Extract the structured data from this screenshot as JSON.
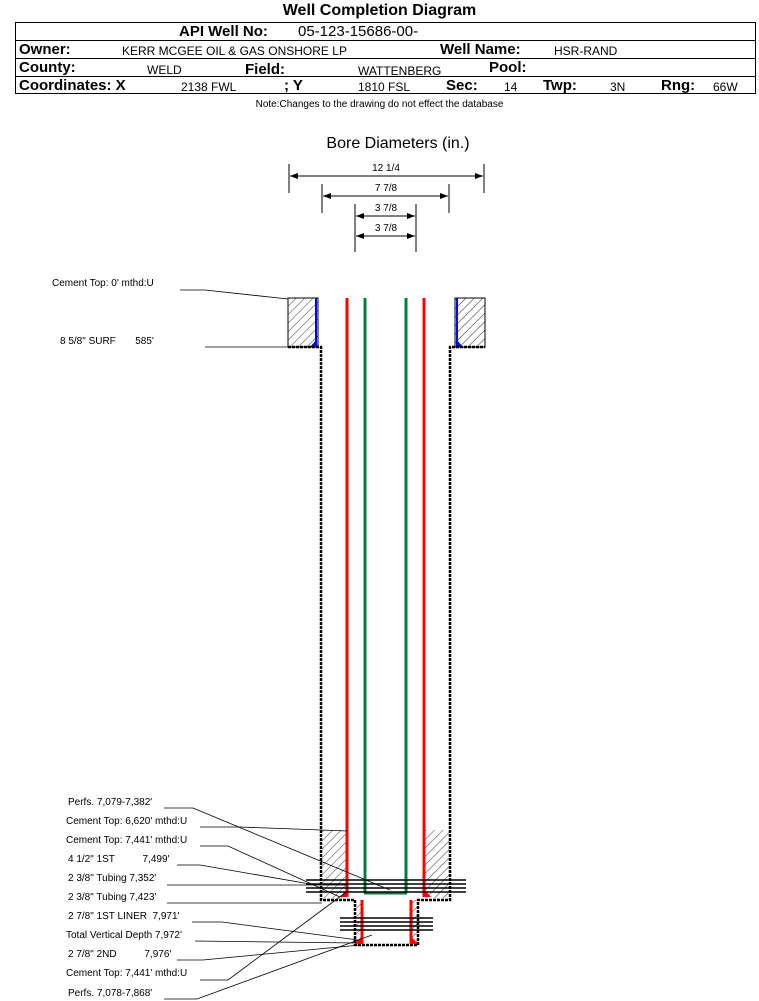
{
  "title": "Well Completion Diagram",
  "header": {
    "api_label": "API Well No:",
    "api_value": "05-123-15686-00-",
    "owner_label": "Owner:",
    "owner_value": "KERR MCGEE OIL & GAS ONSHORE LP",
    "well_name_label": "Well Name:",
    "well_name_value": "HSR-RAND",
    "county_label": "County:",
    "county_value": "WELD",
    "field_label": "Field:",
    "field_value": "WATTENBERG",
    "pool_label": "Pool:",
    "coord_x_label": "Coordinates: X",
    "coord_x_value": "2138 FWL",
    "coord_y_label": "; Y",
    "coord_y_value": "1810 FSL",
    "sec_label": "Sec:",
    "sec_value": "14",
    "twp_label": "Twp:",
    "twp_value": "3N",
    "rng_label": "Rng:",
    "rng_value": "66W"
  },
  "note": "Note:Changes to the drawing do not effect the database",
  "bore": {
    "title": "Bore Diameters (in.)",
    "diameters": [
      "12 1/4",
      "7 7/8",
      "3 7/8",
      "3 7/8"
    ]
  },
  "labels": {
    "top": [
      "Cement Top: 0' mthd:U",
      "8 5/8\" SURF       585'"
    ],
    "bottom": [
      "Perfs. 7,079-7,382'",
      "Cement Top: 6,620' mthd:U",
      "Cement Top: 7,441' mthd:U",
      "4 1/2\" 1ST          7,499'",
      "2 3/8\" Tubing 7,352'",
      "2 3/8\" Tubing 7,423'",
      "2 7/8\" 1ST LINER  7,971'",
      "Total Vertical Depth 7,972'",
      "2 7/8\" 2ND          7,976'",
      "Cement Top: 7,441' mthd:U",
      "Perfs. 7,078-7,868'"
    ]
  },
  "colors": {
    "casing": "#ff0000",
    "tubing": "#008040",
    "cement_fill": "#0000ff"
  }
}
